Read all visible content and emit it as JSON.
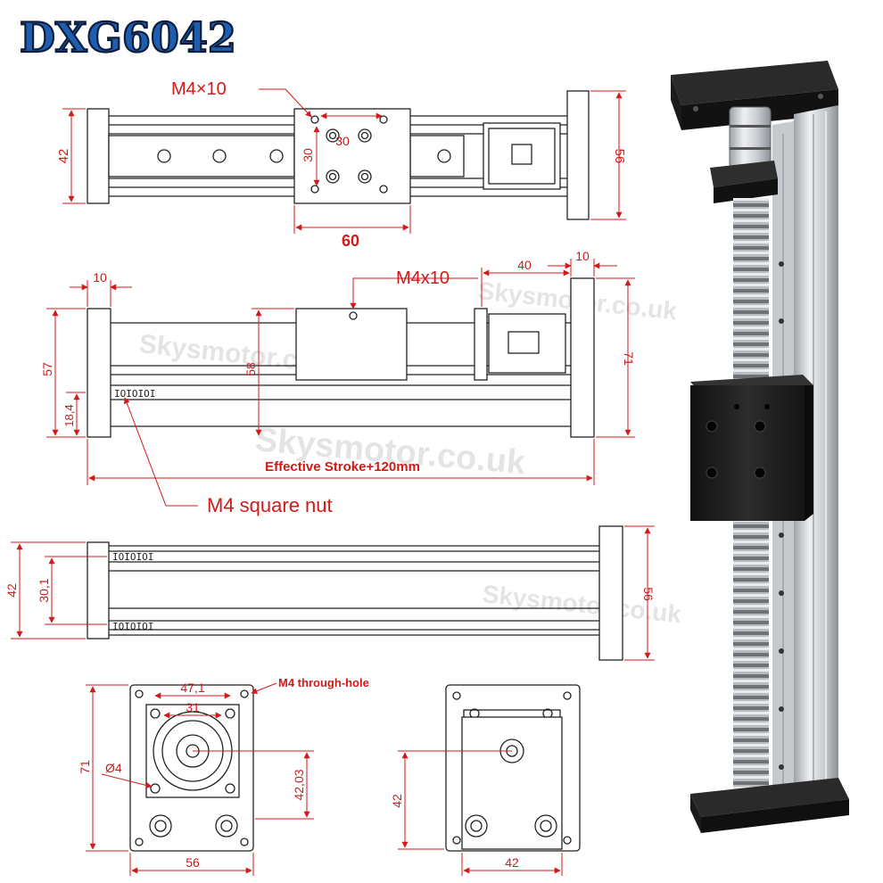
{
  "title": "DXG6042",
  "colors": {
    "title_fill": "#1e5eb0",
    "dimension": "#d11a1a",
    "outline": "#222222",
    "watermark": "#cfcfcf"
  },
  "watermark": "Skysmotor.co.uk",
  "top_view": {
    "callout_screw": "M4×10",
    "dim_30a": "30",
    "dim_30b": "30",
    "dim_left": "42",
    "dim_right": "56",
    "dim_bottom": "60"
  },
  "side_view": {
    "dim_10_left": "10",
    "dim_40": "40",
    "dim_10_right": "10",
    "callout_screw": "M4x10",
    "dim_57": "57",
    "dim_58": "58",
    "dim_71": "71",
    "dim_18_4": "18,4",
    "stroke_label": "Effective Stroke+120mm",
    "nut_callout": "M4 square nut"
  },
  "bottom_view": {
    "dim_42": "42",
    "dim_30_1": "30,1",
    "dim_56": "56"
  },
  "end_view_left": {
    "dim_47_1": "47,1",
    "dim_31": "31",
    "hole_callout": "M4 through-hole",
    "dim_71": "71",
    "dim_dia4": "Ø4",
    "dim_42_03": "42,03",
    "dim_56": "56"
  },
  "end_view_right": {
    "dim_42_vert": "42",
    "dim_42_horiz": "42"
  },
  "photo": {
    "icon": "linear-actuator-photo"
  }
}
